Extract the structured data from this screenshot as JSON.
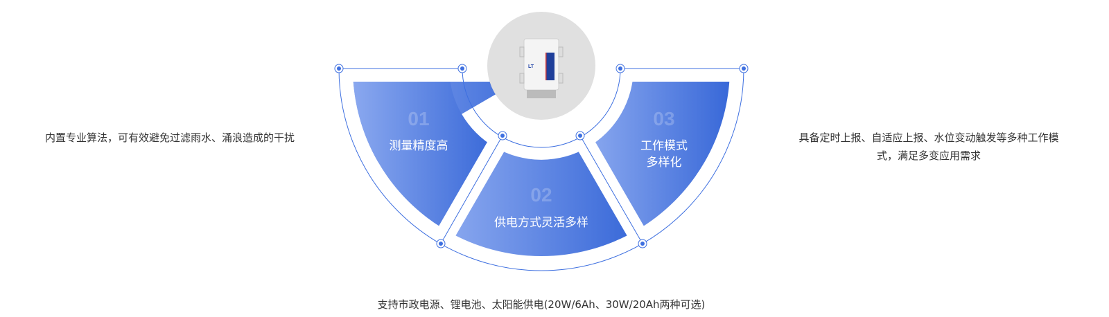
{
  "features": [
    {
      "number": "01",
      "title_lines": [
        "测量精度高"
      ],
      "description": "内置专业算法，可有效避免过滤雨水、涌浪造成的干扰"
    },
    {
      "number": "02",
      "title_lines": [
        "供电方式灵活多样"
      ],
      "description": "支持市政电源、锂电池、太阳能供电(20W/6Ah、30W/20Ah两种可选)"
    },
    {
      "number": "03",
      "title_lines": [
        "工作模式",
        "多样化"
      ],
      "description_lines": [
        "具备定时上报、自适应上报、水位变动触发等多种工作模",
        "式，满足多变应用需求"
      ]
    }
  ],
  "colors": {
    "accent": "#3b6cdb",
    "accent_light": "#88a7ef",
    "line": "#3d6fe0",
    "device_bg": "#e0e0e0"
  }
}
